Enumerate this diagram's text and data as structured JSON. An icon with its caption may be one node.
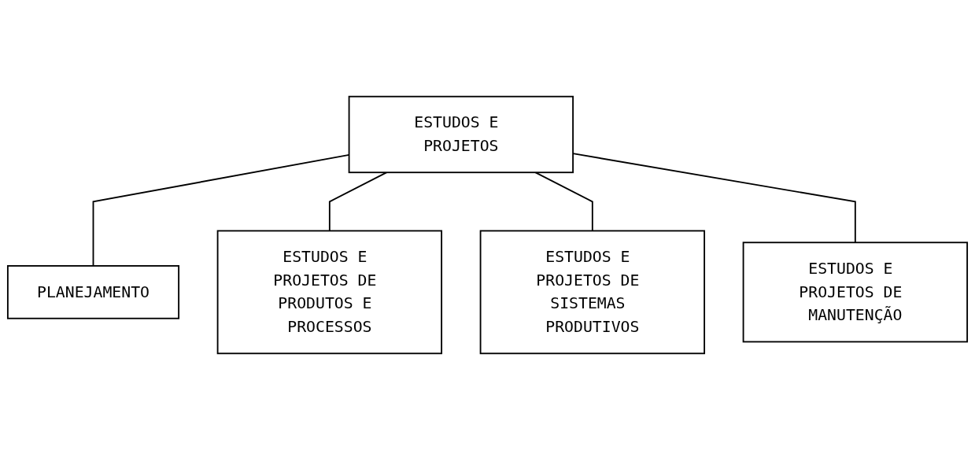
{
  "diagram": {
    "nodes": [
      {
        "text": [
          "ESTUDOS E PROJETOS"
        ]
      },
      {
        "text": [
          "PLANEJAMENTO"
        ]
      },
      {
        "text": [
          "ESTUDOS E PROJETOS DE PRODUTOS E PROCESSOS"
        ]
      },
      {
        "text": [
          "ESTUDOS E PROJETOS DE SISTEMAS PRODUTIVOS"
        ]
      },
      {
        "text": [
          "ESTUDOS E PROJETOS DE MANUTENÇÃO"
        ]
      }
    ],
    "edges": [
      {
        "from": 0,
        "to": 1,
        "arrow": "none"
      },
      {
        "from": 0,
        "to": 2,
        "arrow": "none"
      },
      {
        "from": 0,
        "to": 3,
        "arrow": "none"
      },
      {
        "from": 0,
        "to": 4,
        "arrow": "none"
      }
    ]
  }
}
